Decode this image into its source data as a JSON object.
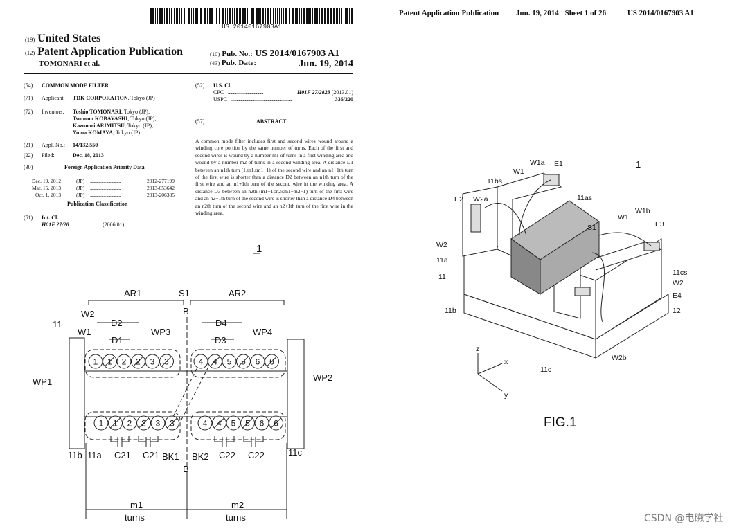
{
  "header_left": {
    "barcode_text": "US 20140167903A1",
    "country_num": "(19)",
    "country": "United States",
    "pub_type_num": "(12)",
    "pub_type": "Patent Application Publication",
    "inventor_short": "TOMONARI et al.",
    "pub_no_num": "(10)",
    "pub_no_label": "Pub. No.:",
    "pub_no": "US 2014/0167903 A1",
    "pub_date_num": "(43)",
    "pub_date_label": "Pub. Date:",
    "pub_date": "Jun. 19, 2014"
  },
  "biblio": {
    "title_num": "(54)",
    "title": "COMMON MODE FILTER",
    "applicant_num": "(71)",
    "applicant_label": "Applicant:",
    "applicant_name": "TDK CORPORATION",
    "applicant_loc": ", Tokyo (JP)",
    "inventors_num": "(72)",
    "inventors_label": "Inventors:",
    "inventors": [
      {
        "name": "Toshio TOMONARI",
        "loc": ", Tokyo (JP);"
      },
      {
        "name": "Tsutomu KOBAYASHI",
        "loc": ", Tokyo (JP);"
      },
      {
        "name": "Kazunori ARIMITSU",
        "loc": ", Tokyo (JP);"
      },
      {
        "name": "Yuma KOMAYA",
        "loc": ", Tokyo (JP)"
      }
    ],
    "appl_no_num": "(21)",
    "appl_no_label": "Appl. No.:",
    "appl_no": "14/132,550",
    "filed_num": "(22)",
    "filed_label": "Filed:",
    "filed": "Dec. 18, 2013",
    "priority_num": "(30)",
    "priority_heading": "Foreign Application Priority Data",
    "priority": [
      {
        "date": "Dec. 19, 2012",
        "country": "(JP)",
        "dots": "................................",
        "no": "2012-277199"
      },
      {
        "date": "Mar. 15, 2013",
        "country": "(JP)",
        "dots": "................................",
        "no": "2013-053642"
      },
      {
        "date": "Oct. 1, 2013",
        "country": "(JP)",
        "dots": "................................",
        "no": "2013-206385"
      }
    ],
    "pub_class_heading": "Publication Classification",
    "intcl_num": "(51)",
    "intcl_label": "Int. Cl.",
    "intcl_code": "H01F 27/28",
    "intcl_year": "(2006.01)",
    "uscl_num": "(52)",
    "uscl_label": "U.S. Cl.",
    "cpc_label": "CPC",
    "cpc_dots": "..................................",
    "cpc_code": "H01F 27/2823",
    "cpc_year": "(2013.01)",
    "uspc_label": "USPC",
    "uspc_dots": "..........................................................",
    "uspc_code": "336/220",
    "abstract_num": "(57)",
    "abstract_heading": "ABSTRACT",
    "abstract": "A common mode filter includes first and second wires wound around a winding core portion by the same number of turns. Each of the first and second wires is wound by a number m1 of turns in a first winding area and wound by a number m2 of turns in a second winding area. A distance D1 between an n1th turn (1≤n1≤m1−1) of the second wire and an n1+1th turn of the first wire is shorter than a distance D2 between an n1th turn of the first wire and an n1+1th turn of the second wire in the winding area. A distance D3 between an n2th (m1+1≤n2≤m1+m2−1) turn of the first wire and an n2+1th turn of the second wire is shorter than a distance D4 between an n2th turn of the second wire and an n2+1th turn of the first wire in the winding area."
  },
  "fig_small": {
    "ref": "1",
    "labels": {
      "AR1": "AR1",
      "S1": "S1",
      "AR2": "AR2",
      "B": "B",
      "W2": "W2",
      "W1": "W1",
      "D2": "D2",
      "D1": "D1",
      "D4": "D4",
      "D3": "D3",
      "WP3": "WP3",
      "WP4": "WP4",
      "WP1": "WP1",
      "WP2": "WP2",
      "n11": "11",
      "n11b": "11b",
      "n11a": "11a",
      "BK1": "BK1",
      "BK2": "BK2",
      "n11c": "11c",
      "m1": "m1",
      "m2": "m2",
      "turns": "turns",
      "C21": "C21",
      "C22": "C22"
    },
    "top_turns_left": [
      "1",
      "1",
      "2",
      "2",
      "3",
      "3"
    ],
    "top_turns_right": [
      "4",
      "4",
      "5",
      "5",
      "6",
      "6"
    ],
    "bottom_turns_left": [
      "1",
      "1",
      "2",
      "2",
      "3",
      "3"
    ],
    "bottom_turns_right": [
      "4",
      "4",
      "5",
      "5",
      "6",
      "6"
    ]
  },
  "header_right": {
    "left": "Patent Application Publication",
    "date": "Jun. 19, 2014",
    "sheet": "Sheet 1 of 26",
    "number": "US 2014/0167903 A1"
  },
  "fig1": {
    "ref": "1",
    "caption": "FIG.1",
    "labels": {
      "W1a": "W1a",
      "E1": "E1",
      "W1": "W1",
      "n11bs": "11bs",
      "n11as": "11as",
      "E2": "E2",
      "W2a": "W2a",
      "W1b": "W1b",
      "E3": "E3",
      "S1": "S1",
      "W2": "W2",
      "n11a": "11a",
      "n11": "11",
      "n11cs": "11cs",
      "E4": "E4",
      "n11b": "11b",
      "n12": "12",
      "W2b": "W2b",
      "n11c": "11c",
      "z": "z",
      "x": "x",
      "y": "y"
    }
  },
  "watermark": "CSDN @电磁学社"
}
